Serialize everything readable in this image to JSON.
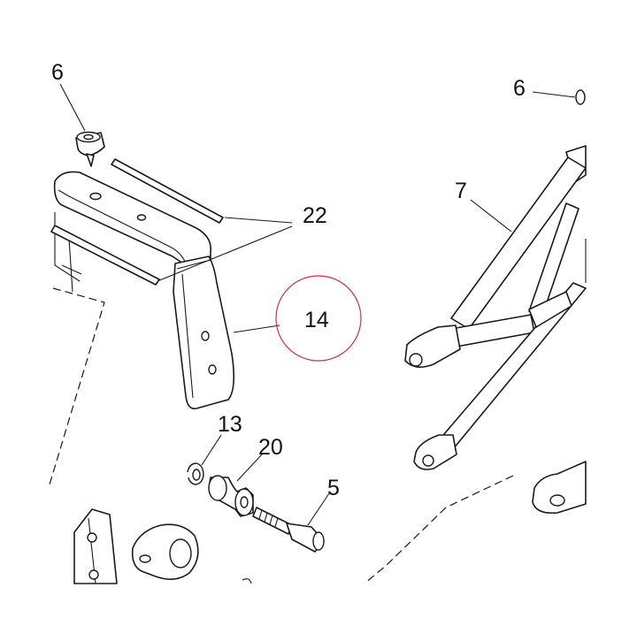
{
  "diagram": {
    "callouts": [
      {
        "id": "6a",
        "label": "6"
      },
      {
        "id": "6b",
        "label": "6"
      },
      {
        "id": "7",
        "label": "7"
      },
      {
        "id": "22",
        "label": "22"
      },
      {
        "id": "14",
        "label": "14"
      },
      {
        "id": "13",
        "label": "13"
      },
      {
        "id": "20",
        "label": "20"
      },
      {
        "id": "5",
        "label": "5"
      }
    ],
    "highlight_color": "#c8323c",
    "line_color": "#1a1a1a"
  }
}
